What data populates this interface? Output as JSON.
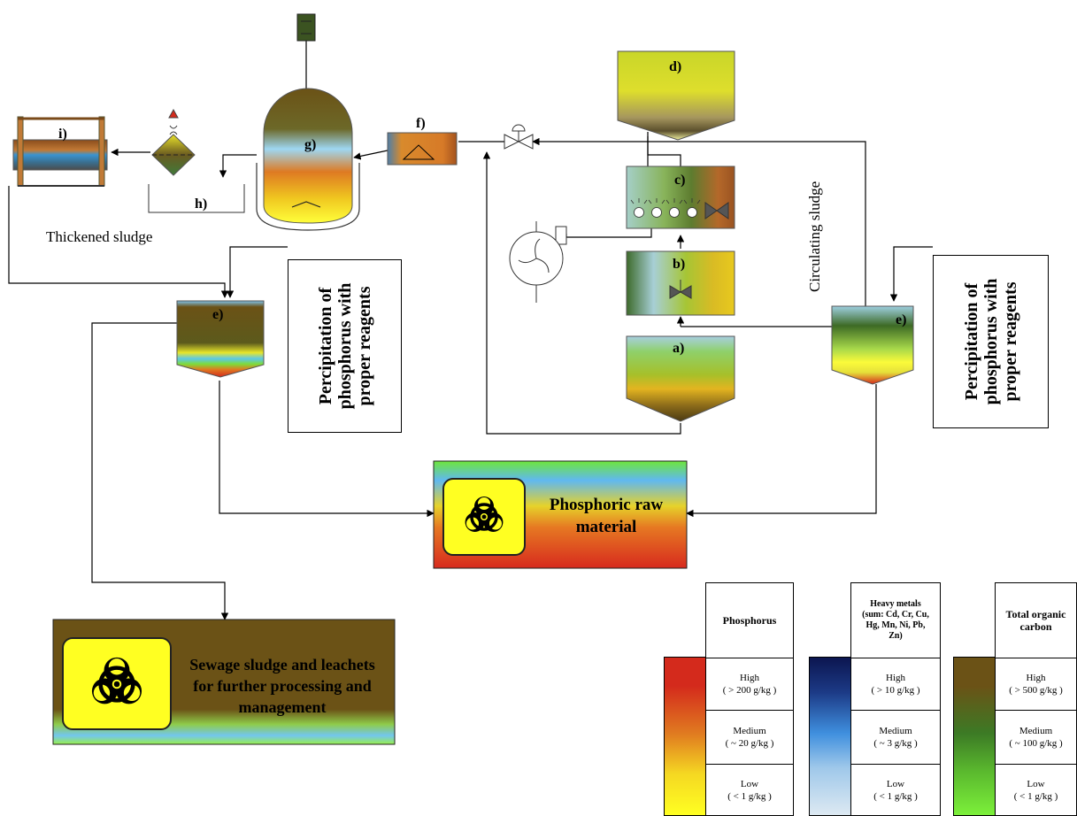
{
  "units": {
    "a": "a)",
    "b": "b)",
    "c": "c)",
    "d": "d)",
    "e_left": "e)",
    "e_right": "e)",
    "f": "f)",
    "g": "g)",
    "h": "h)",
    "i": "i)"
  },
  "labels": {
    "thickened_sludge": "Thickened sludge",
    "circulating_sludge": "Circulating sludge"
  },
  "precipitation_note": {
    "line1": "Percipitation of",
    "line2": "phosphorus with",
    "line3": "proper reagents"
  },
  "outputs": {
    "phosphoric_line1": "Phosphoric raw",
    "phosphoric_line2": "material",
    "sludge_line1": "Sewage sludge and leachets",
    "sludge_line2": "for further processing and",
    "sludge_line3": "management"
  },
  "icons": {
    "hazard": "biohazard-icon",
    "blower": "blower-icon",
    "mixer": "mixer-icon",
    "diffuser": "air-diffuser-icon",
    "valve": "valve-icon"
  },
  "legend": {
    "phosphorus": {
      "header": "Phosphorus",
      "colors": [
        "#d42a1c",
        "#e07a20",
        "#ffff22"
      ],
      "high": {
        "level": "High",
        "range": "( > 200 g/kg )"
      },
      "medium": {
        "level": "Medium",
        "range": "( ~ 20 g/kg )"
      },
      "low": {
        "level": "Low",
        "range": "( < 1 g/kg )"
      }
    },
    "heavy_metals": {
      "header_line1": "Heavy metals",
      "header_line2": "(sum: Cd, Cr, Cu,",
      "header_line3": "Hg, Mn, Ni, Pb,",
      "header_line4": "Zn)",
      "colors": [
        "#0c1650",
        "#3f8fde",
        "#dde9f2"
      ],
      "high": {
        "level": "High",
        "range": "( > 10 g/kg )"
      },
      "medium": {
        "level": "Medium",
        "range": "( ~ 3 g/kg )"
      },
      "low": {
        "level": "Low",
        "range": "( < 1 g/kg )"
      }
    },
    "toc": {
      "header_line1": "Total organic",
      "header_line2": "carbon",
      "colors": [
        "#6b5216",
        "#3c7a25",
        "#7cf03a"
      ],
      "high": {
        "level": "High",
        "range": "( > 500 g/kg )"
      },
      "medium": {
        "level": "Medium",
        "range": "( ~ 100 g/kg )"
      },
      "low": {
        "level": "Low",
        "range": "( < 1 g/kg )"
      }
    }
  }
}
